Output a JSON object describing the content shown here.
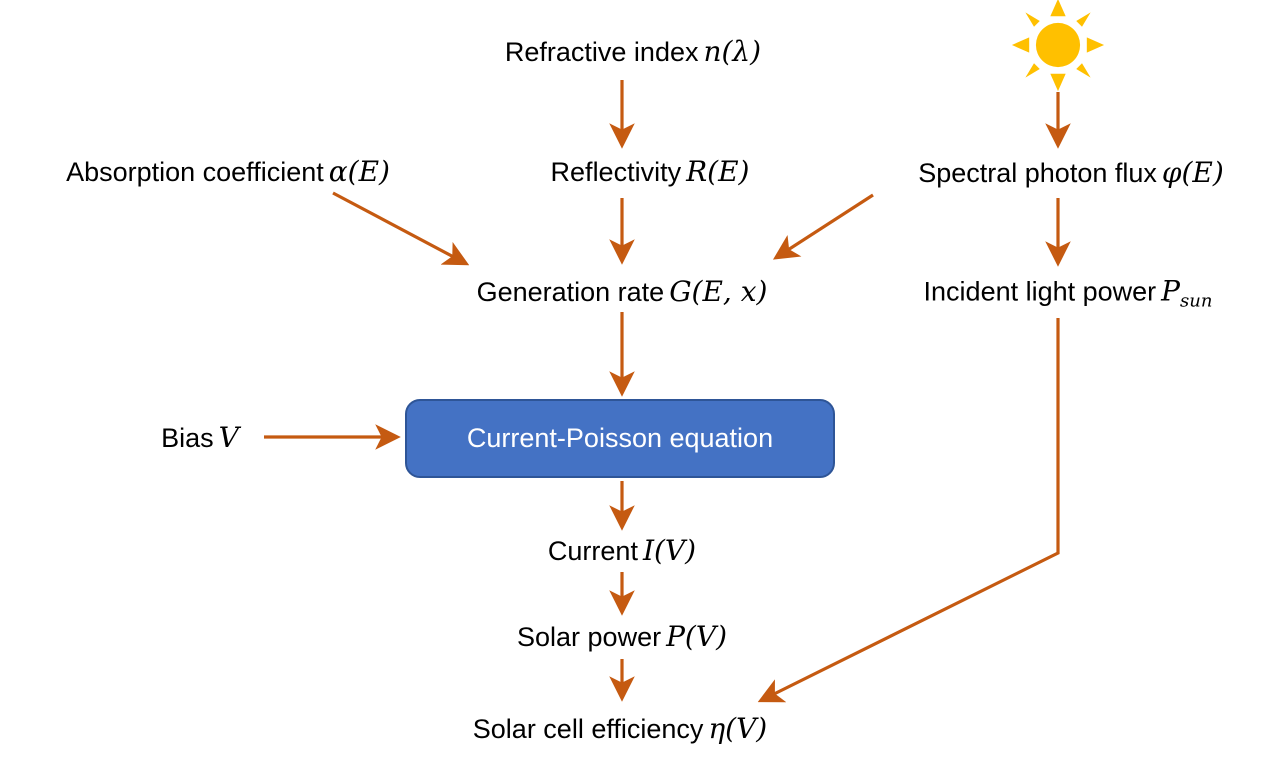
{
  "colors": {
    "arrow": "#C55A11",
    "sun": "#FFC000",
    "box_fill": "#4472C4",
    "box_border": "#2E5597",
    "box_text": "#FFFFFF",
    "text": "#000000",
    "background": "#FFFFFF"
  },
  "nodes": {
    "refractive_index": {
      "label": "Refractive index",
      "math": "n(λ)"
    },
    "absorption_coefficient": {
      "label": "Absorption coefficient",
      "math": "α(E)"
    },
    "reflectivity": {
      "label": "Reflectivity",
      "math": "R(E)"
    },
    "spectral_photon_flux": {
      "label": "Spectral photon flux",
      "math": "φ(E)"
    },
    "generation_rate": {
      "label": "Generation rate",
      "math": "G(E, x)"
    },
    "incident_light_power": {
      "label": "Incident light power",
      "math": "P",
      "math_sub": "sun"
    },
    "bias": {
      "label": "Bias",
      "math": "V"
    },
    "current_poisson_box": {
      "label": "Current-Poisson equation"
    },
    "current": {
      "label": "Current",
      "math": "I(V)"
    },
    "solar_power": {
      "label": "Solar power",
      "math": "P(V)"
    },
    "solar_cell_efficiency": {
      "label": "Solar cell efficiency",
      "math": "η(V)"
    }
  },
  "icons": {
    "sun": "sun-icon"
  },
  "edges": [
    {
      "from": "refractive_index",
      "to": "reflectivity"
    },
    {
      "from": "sun",
      "to": "spectral_photon_flux"
    },
    {
      "from": "absorption_coefficient",
      "to": "generation_rate"
    },
    {
      "from": "reflectivity",
      "to": "generation_rate"
    },
    {
      "from": "spectral_photon_flux",
      "to": "generation_rate"
    },
    {
      "from": "spectral_photon_flux",
      "to": "incident_light_power"
    },
    {
      "from": "generation_rate",
      "to": "current_poisson_box"
    },
    {
      "from": "bias",
      "to": "current_poisson_box"
    },
    {
      "from": "current_poisson_box",
      "to": "current"
    },
    {
      "from": "current",
      "to": "solar_power"
    },
    {
      "from": "solar_power",
      "to": "solar_cell_efficiency"
    },
    {
      "from": "incident_light_power",
      "to": "solar_cell_efficiency"
    }
  ]
}
